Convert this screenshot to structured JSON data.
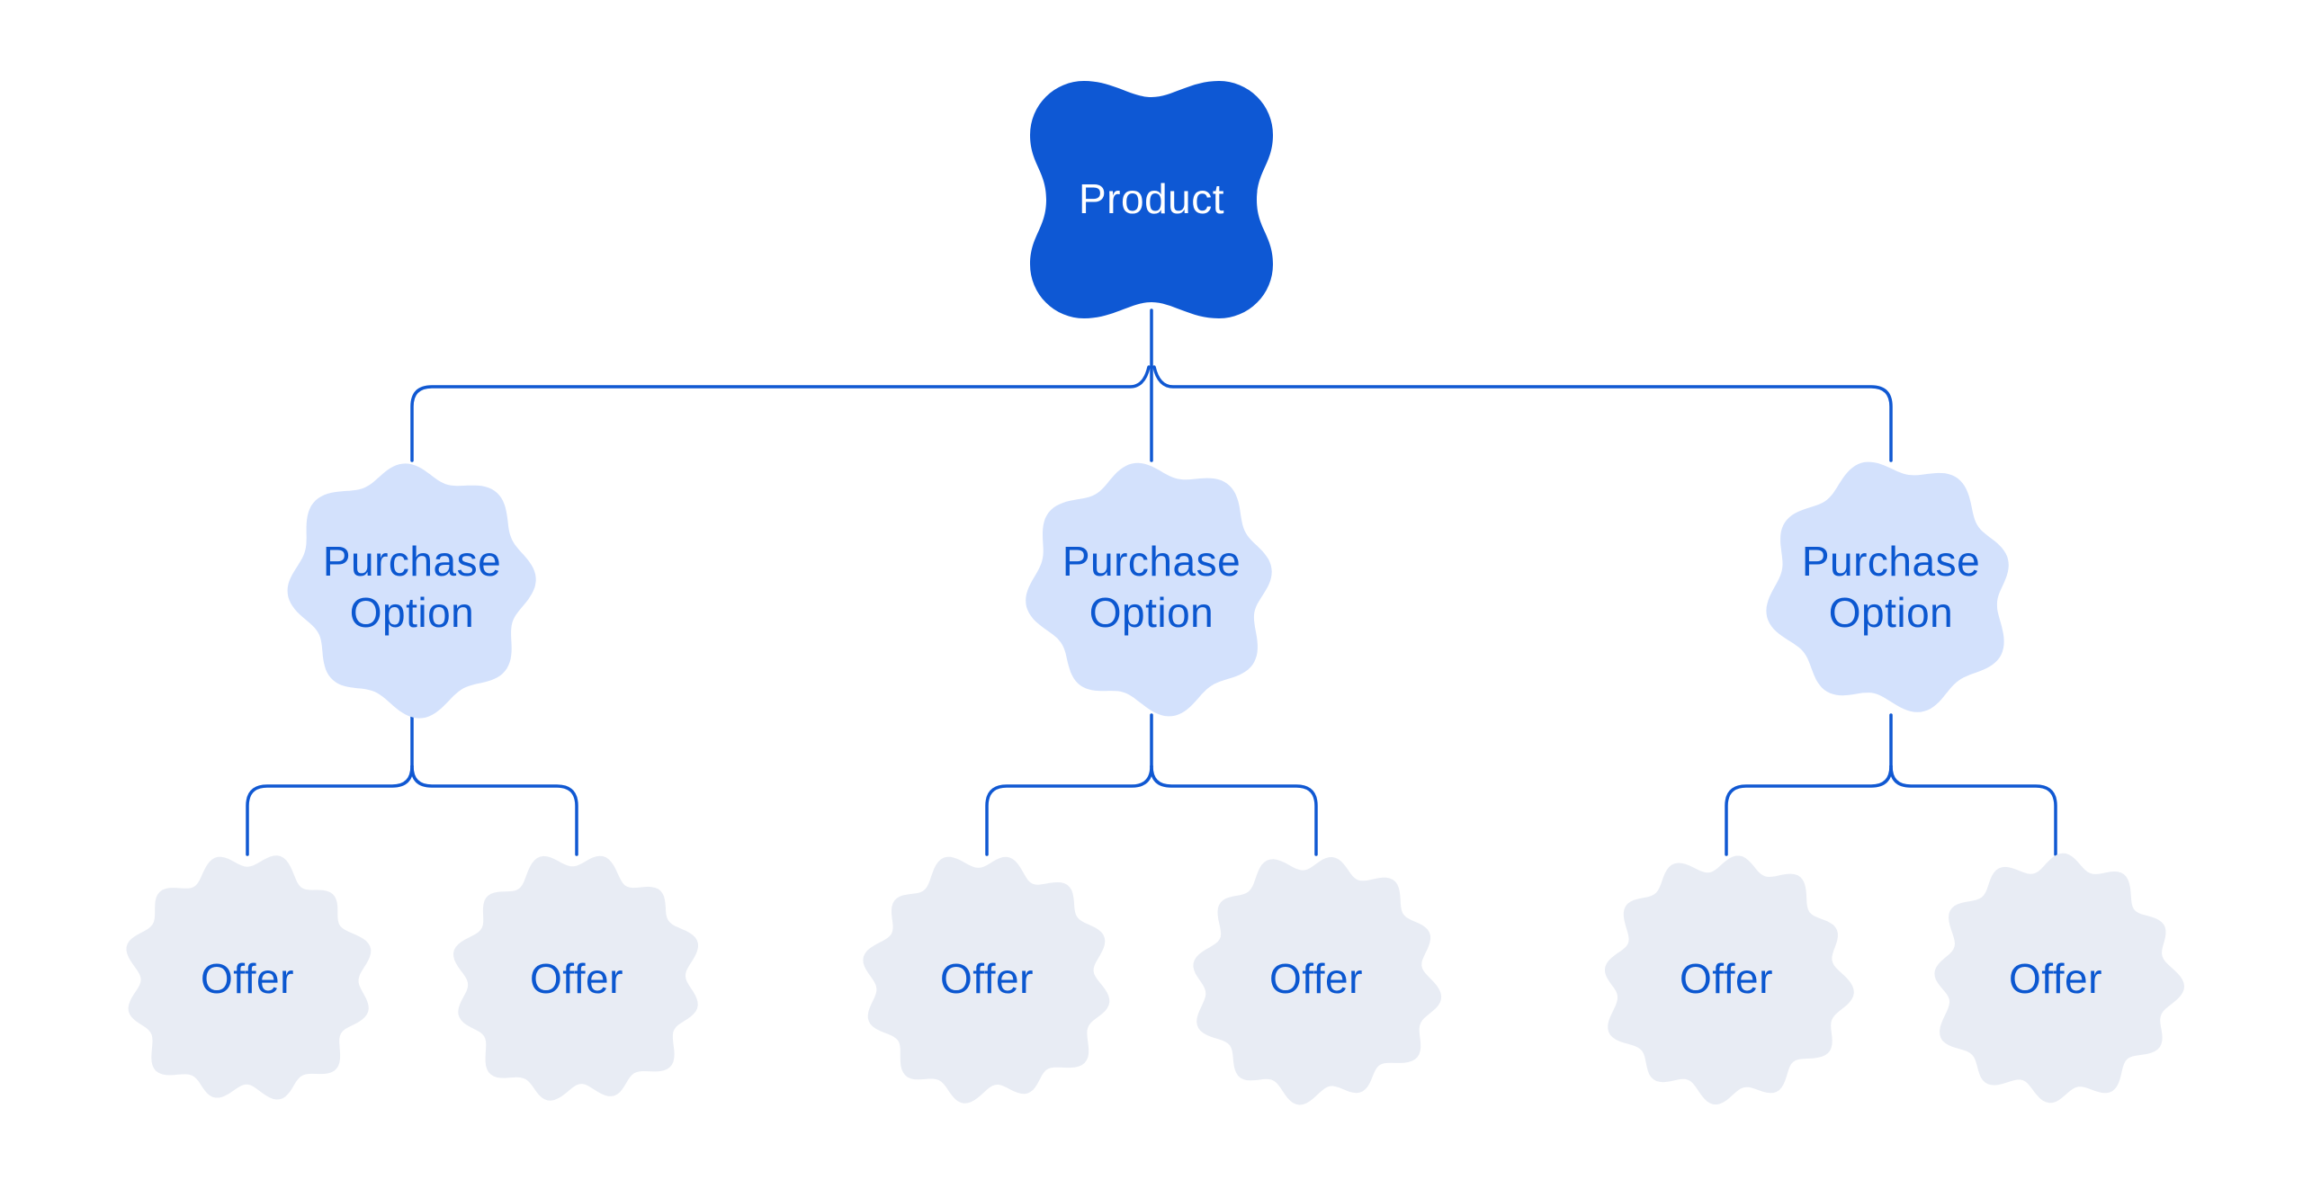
{
  "diagram": {
    "root": {
      "label": "Product"
    },
    "purchase_options": [
      {
        "label": "Purchase Option",
        "offers": [
          {
            "label": "Offer"
          },
          {
            "label": "Offer"
          }
        ]
      },
      {
        "label": "Purchase Option",
        "offers": [
          {
            "label": "Offer"
          },
          {
            "label": "Offer"
          }
        ]
      },
      {
        "label": "Purchase Option",
        "offers": [
          {
            "label": "Offer"
          },
          {
            "label": "Offer"
          }
        ]
      }
    ],
    "colors": {
      "root_fill": "#0e58d4",
      "root_text": "#ffffff",
      "purchase_fill": "#d3e1fc",
      "offer_fill": "#e8ecf4",
      "node_text": "#0b57d0",
      "connector": "#1058d2"
    }
  }
}
